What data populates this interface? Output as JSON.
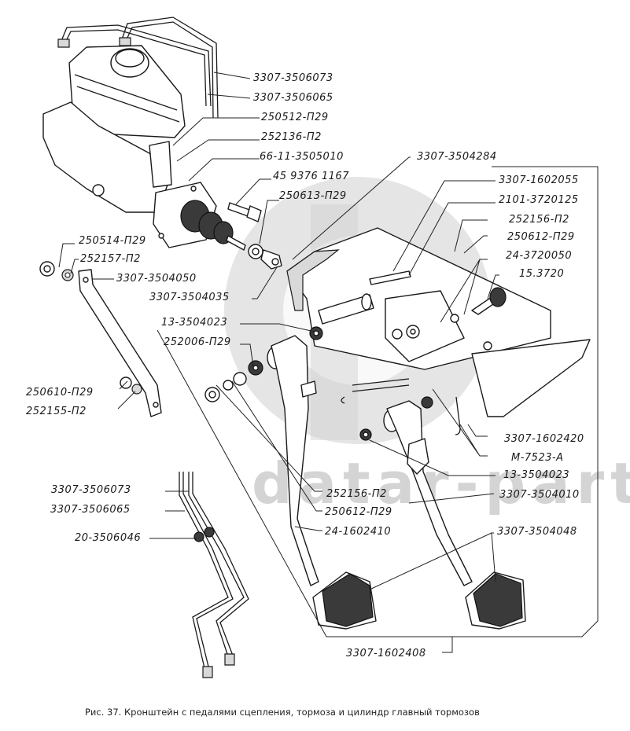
{
  "figure": {
    "caption": "Рис. 37. Кронштейн с педалями сцепления, тормоза и цилиндр главный тормозов",
    "watermark": "datar-parts"
  },
  "labels": {
    "p3307_3506073_top": "3307-3506073",
    "p3307_3506065_top": "3307-3506065",
    "p250512_P29": "250512-П29",
    "p252136_P2": "252136-П2",
    "p66_11_3505010": "66-11-3505010",
    "p45_9376_1167": "45 9376 1167",
    "p250613_P29": "250613-П29",
    "p3307_3504284": "3307-3504284",
    "p3307_1602055": "3307-1602055",
    "p2101_3720125": "2101-3720125",
    "p252156_P2_right": "252156-П2",
    "p250612_P29_right": "250612-П29",
    "p24_3720050": "24-3720050",
    "p15_3720": "15.3720",
    "p250514_P29": "250514-П29",
    "p252157_P2": "252157-П2",
    "p3307_3504050": "3307-3504050",
    "p3307_3504035": "3307-3504035",
    "p13_3504023_left": "13-3504023",
    "p252006_P29": "252006-П29",
    "p250610_P29": "250610-П29",
    "p252155_P2": "252155-П2",
    "p3307_1602420": "3307-1602420",
    "pM_7523_A": "М-7523-А",
    "p13_3504023_right": "13-3504023",
    "p3307_3504010": "3307-3504010",
    "p3307_3506073_bottom": "3307-3506073",
    "p3307_3506065_bottom": "3307-3506065",
    "p252156_P2_mid": "252156-П2",
    "p250612_P29_mid": "250612-П29",
    "p20_3506046": "20-3506046",
    "p24_1602410": "24-1602410",
    "p3307_3504048": "3307-3504048",
    "p3307_1602408": "3307-1602408"
  }
}
